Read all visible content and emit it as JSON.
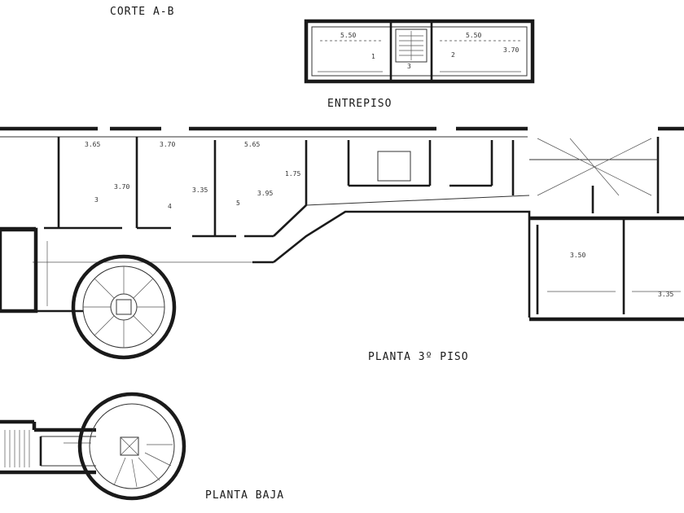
{
  "titles": {
    "section": "CORTE A-B",
    "mezzanine": "ENTREPISO",
    "third_floor": "PLANTA 3º PISO",
    "ground_floor": "PLANTA BAJA"
  },
  "mezzanine_dims": [
    "5.50",
    "5.50",
    "3.70"
  ],
  "room_numbers": [
    "1",
    "2",
    "3",
    "4",
    "5"
  ],
  "third_floor_dims": {
    "top": [
      "3.65",
      "3.70",
      "5.65"
    ],
    "heights": [
      "3.70",
      "3.35",
      "3.95",
      "1.75"
    ],
    "right": [
      "3.50",
      "3.35"
    ]
  },
  "colors": {
    "ink": "#1a1a1a",
    "paper": "#ffffff"
  }
}
